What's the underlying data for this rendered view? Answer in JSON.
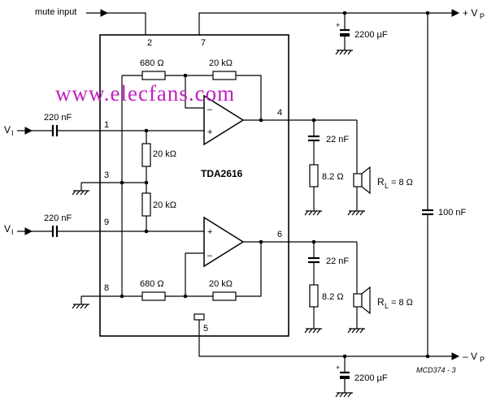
{
  "ic": {
    "name": "TDA2616"
  },
  "labels": {
    "mute_input": "mute input",
    "vp_pos": "+ V",
    "vp_neg": "– V",
    "vp_sub": "P",
    "vi_main": "V",
    "vi_sub": "I",
    "rl_main": "R",
    "rl_sub": "L",
    "rl_value": "= 8 Ω",
    "drawing_code": "MCD374 - 3",
    "watermark": "www.elecfans.com"
  },
  "pins": {
    "p1": "1",
    "p2": "2",
    "p3": "3",
    "p4": "4",
    "p5": "5",
    "p6": "6",
    "p7": "7",
    "p8": "8",
    "p9": "9"
  },
  "components": {
    "r_fb_in_top": "680 Ω",
    "r_fb_top": "20 kΩ",
    "r_div_upper": "20 kΩ",
    "r_div_lower": "20 kΩ",
    "r_fb_in_bottom": "680 Ω",
    "r_fb_bottom": "20 kΩ",
    "c_in_top": "220 nF",
    "c_in_bottom": "220 nF",
    "c_zobel_top": "22 nF",
    "r_zobel_top": "8.2 Ω",
    "c_zobel_bottom": "22 nF",
    "r_zobel_bottom": "8.2 Ω",
    "c_supply_pos": "2200 µF",
    "c_supply_neg": "2200 µF",
    "c_bypass": "100 nF",
    "plus_sign": "+",
    "minus_sign": "–"
  }
}
